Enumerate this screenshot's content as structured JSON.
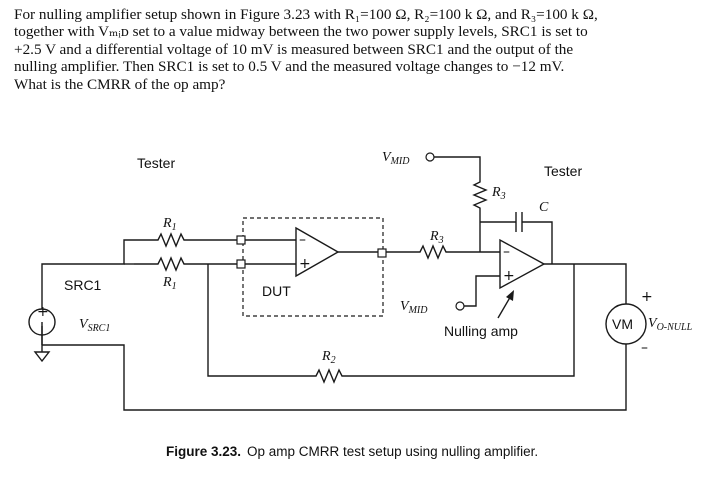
{
  "problem": {
    "line1": "For nulling amplifier setup shown in Figure 3.23 with R₁=100 Ω, R₂=100 k Ω, and R₃=100 k Ω,",
    "line2": "together with Vₘᵢᴅ set to a value midway between the two power supply levels, SRC1 is set to",
    "line3": "+2.5 V and a differential voltage of 10 mV is measured between SRC1 and the output of the",
    "line4": "nulling amplifier.  Then SRC1 is set to 0.5 V and the measured voltage changes to −12 mV.",
    "line5": "What is the CMRR of the op amp?"
  },
  "diagram": {
    "tester_left": "Tester",
    "tester_right": "Tester",
    "vmid_symbol": "V",
    "vmid_sub": "MID",
    "r1_letter": "R",
    "r1_sub": "1",
    "r2_letter": "R",
    "r2_sub": "2",
    "r3_letter": "R",
    "r3_sub": "3",
    "c_label": "C",
    "dut_label": "DUT",
    "src1_label": "SRC1",
    "vsrc1_letter": "V",
    "vsrc1_sub": "SRC1",
    "vm_label": "VM",
    "vonull_letter": "V",
    "vonull_sub": "O-NULL",
    "nulling_amp_label": "Nulling amp",
    "plus_sign": "+",
    "minus_sign": "–",
    "opamp_plus": "+",
    "opamp_minus": "–",
    "caption_prefix": "Figure 3.23.",
    "caption_text": "Op amp CMRR test setup using nulling amplifier."
  }
}
